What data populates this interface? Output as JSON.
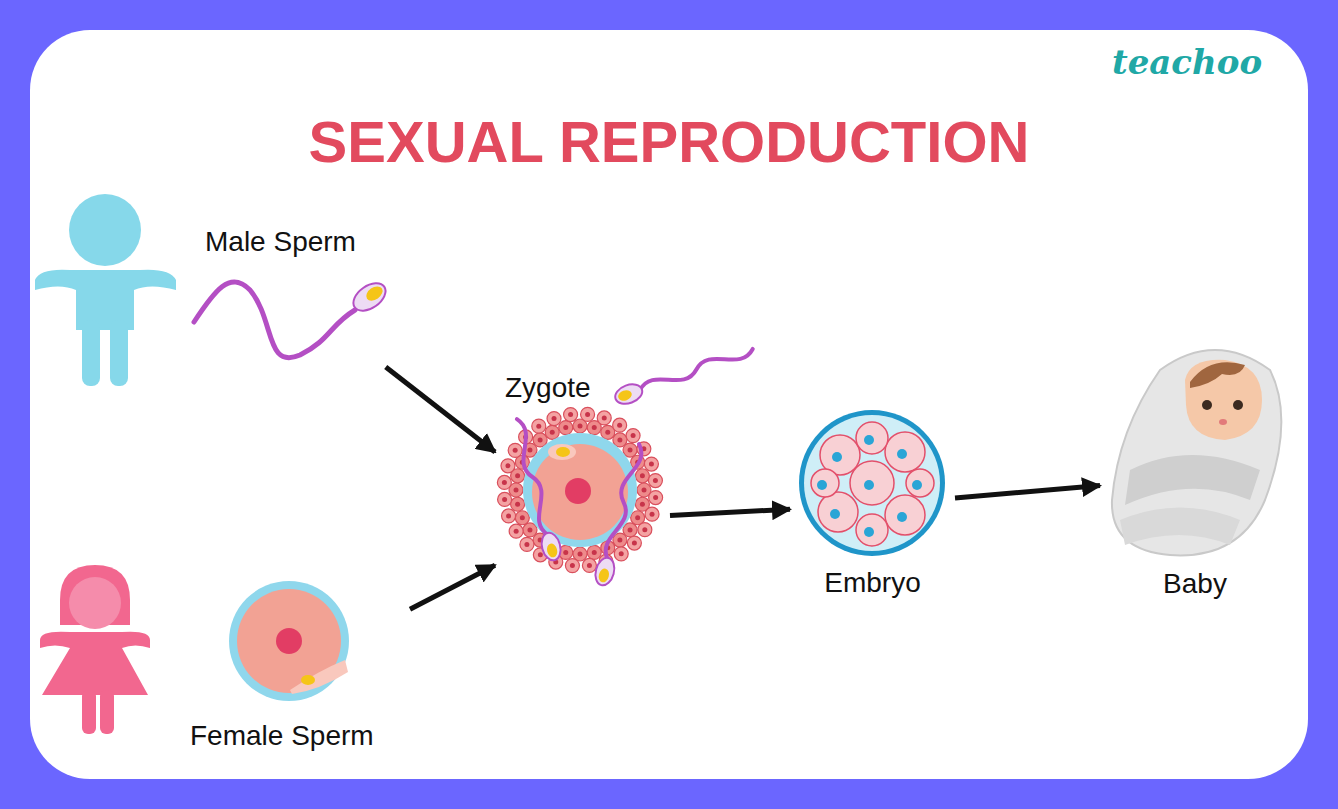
{
  "diagram": {
    "title": "SEXUAL REPRODUCTION",
    "nodes": [
      {
        "text": [
          "Male Sperm"
        ]
      },
      {
        "text": [
          "Female Sperm"
        ]
      },
      {
        "text": [
          "Zygote"
        ]
      },
      {
        "text": [
          "Embryo"
        ]
      },
      {
        "text": [
          "Baby"
        ]
      }
    ],
    "edges": [
      {
        "from": 0,
        "to": 2,
        "arrow": "to"
      },
      {
        "from": 1,
        "to": 2,
        "arrow": "to"
      },
      {
        "from": 2,
        "to": 3,
        "arrow": "to"
      },
      {
        "from": 3,
        "to": 4,
        "arrow": "to"
      }
    ],
    "labels": [
      "teachoo"
    ]
  }
}
